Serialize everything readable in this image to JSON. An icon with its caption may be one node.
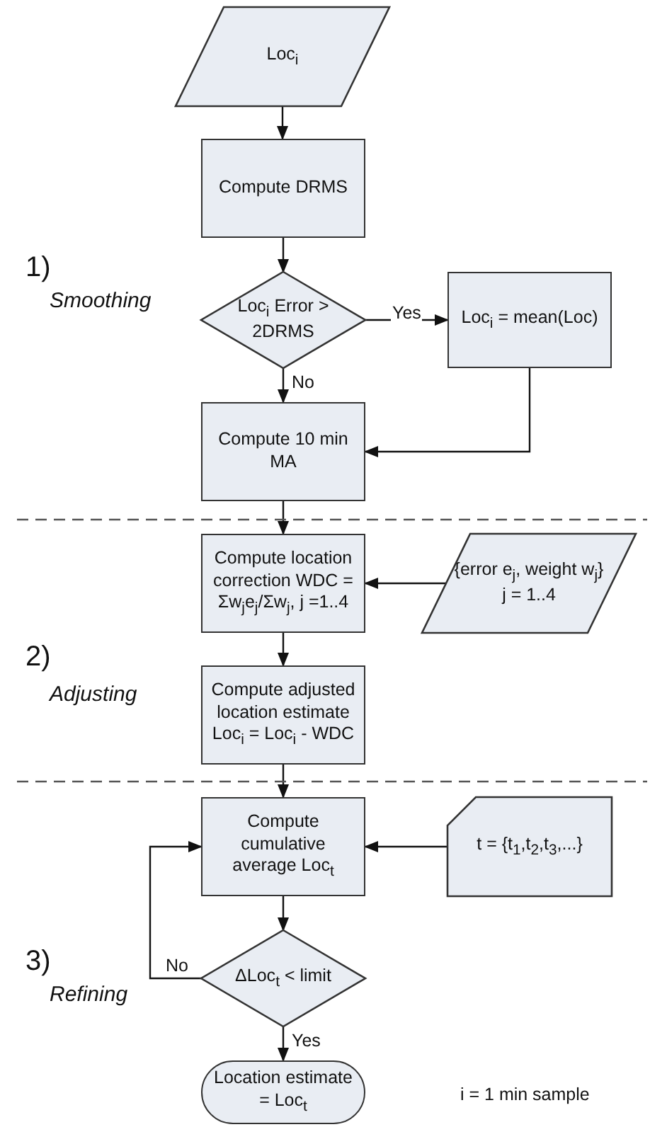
{
  "diagram": {
    "nodes": [
      {
        "text": [
          "Loc$_{i}$"
        ]
      },
      {
        "text": [
          "Compute DRMS"
        ]
      },
      {
        "text": [
          "Loc$_{i}$ Error > 2DRMS"
        ]
      },
      {
        "text": [
          "Loc$_{i}$ = mean(Loc)"
        ]
      },
      {
        "text": [
          "Compute 10 min MA"
        ]
      },
      {
        "text": [
          "Compute location correction WDC = Σw$_{j}$e$_{j}$/Σw$_{j}$, j =1..4"
        ]
      },
      {
        "text": [
          "{error e$_{j}$, weight w$_{j}$} j = 1..4"
        ]
      },
      {
        "text": [
          "Compute adjusted location estimate Loc$_{i}$ = Loc$_{i}$ - WDC"
        ]
      },
      {
        "text": [
          "Compute cumulative average Loc$_{t}$"
        ]
      },
      {
        "text": [
          "t = {t$_{1}$,t$_{2}$,t$_{3}$,...}"
        ]
      },
      {
        "text": [
          "ΔLoc$_{t}$ < limit"
        ]
      },
      {
        "text": [
          "Location estimate = Loc$_{t}$"
        ]
      }
    ],
    "edges": [
      {
        "from": 0,
        "to": 1,
        "arrow": "to"
      },
      {
        "from": 1,
        "to": 2,
        "arrow": "to"
      },
      {
        "from": 2,
        "to": 3,
        "arrow": "to",
        "label": "Yes"
      },
      {
        "from": 2,
        "to": 4,
        "arrow": "to",
        "label": "No"
      },
      {
        "from": 3,
        "to": 4,
        "arrow": "to"
      },
      {
        "from": 4,
        "to": 5,
        "arrow": "to"
      },
      {
        "from": 6,
        "to": 5,
        "arrow": "to"
      },
      {
        "from": 5,
        "to": 7,
        "arrow": "to"
      },
      {
        "from": 7,
        "to": 8,
        "arrow": "to"
      },
      {
        "from": 9,
        "to": 8,
        "arrow": "to"
      },
      {
        "from": 8,
        "to": 10,
        "arrow": "to"
      },
      {
        "from": 10,
        "to": 8,
        "arrow": "to",
        "label": "No"
      },
      {
        "from": 10,
        "to": 11,
        "arrow": "to",
        "label": "Yes"
      }
    ],
    "labels": [
      "1)",
      "Smoothing",
      "2)",
      "Adjusting",
      "3)",
      "Refining",
      "i = 1 min sample"
    ]
  }
}
